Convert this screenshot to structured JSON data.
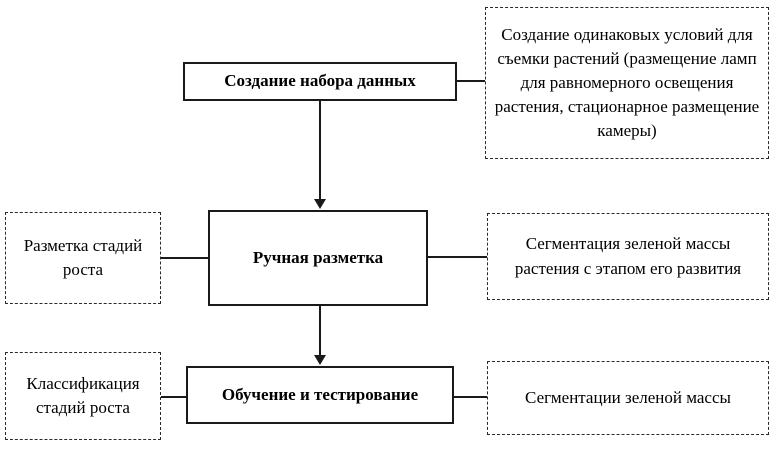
{
  "diagram": {
    "title": "Plant dataset pipeline flowchart",
    "accent_color": "#1a1a1a",
    "nodes": {
      "dataset": {
        "label": "Создание набора данных"
      },
      "dataset_note": {
        "label": "Создание одинаковых условий для съемки растений (размещение ламп для равномерного освещения растения, стационарное размещение камеры)"
      },
      "manual_markup": {
        "label": "Ручная разметка"
      },
      "markup_left_note": {
        "label": "Разметка стадий роста"
      },
      "markup_right_note": {
        "label": "Сегментация зеленой массы растения с этапом его развития"
      },
      "training": {
        "label": "Обучение и тестирование"
      },
      "training_left_note": {
        "label": "Классификация стадий роста"
      },
      "training_right_note": {
        "label": "Сегментации зеленой массы"
      }
    }
  }
}
